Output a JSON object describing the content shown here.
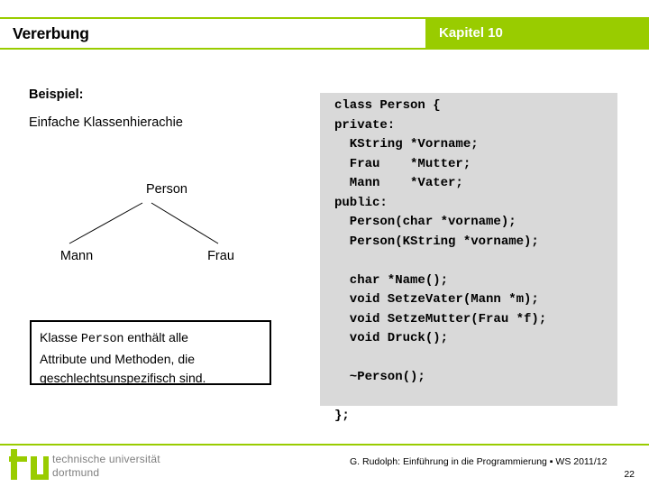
{
  "header": {
    "title": "Vererbung",
    "chapter": "Kapitel 10",
    "band_color": "#99cc00",
    "chapter_text_color": "#ffffff"
  },
  "content": {
    "example_label": "Beispiel:",
    "example_subtitle": "Einfache Klassenhierachie",
    "tree": {
      "root": "Person",
      "left_child": "Mann",
      "right_child": "Frau"
    },
    "note_box": {
      "line1_prefix": "Klasse ",
      "line1_mono": "Person",
      "line1_suffix": " enthält alle",
      "line2": "Attribute und Methoden, die",
      "line3": "geschlechtsunspezifisch sind."
    },
    "code_panel": {
      "background_color": "#d9d9d9",
      "lines": [
        "class Person {",
        "private:",
        "  KString *Vorname;",
        "  Frau    *Mutter;",
        "  Mann    *Vater;",
        "public:",
        "  Person(char *vorname);",
        "  Person(KString *vorname);",
        "",
        "  char *Name();",
        "  void SetzeVater(Mann *m);",
        "  void SetzeMutter(Frau *f);",
        "  void Druck();",
        "",
        "  ~Person();",
        "",
        "};"
      ]
    }
  },
  "footer": {
    "logo_line1": "technische universität",
    "logo_line2": "dortmund",
    "logo_mark_color": "#99cc00",
    "logo_text_color": "#7f7f7f",
    "credit": "G. Rudolph: Einführung in die Programmierung ▪ WS 2011/12",
    "page_number": "22",
    "rule_color": "#99cc00"
  }
}
